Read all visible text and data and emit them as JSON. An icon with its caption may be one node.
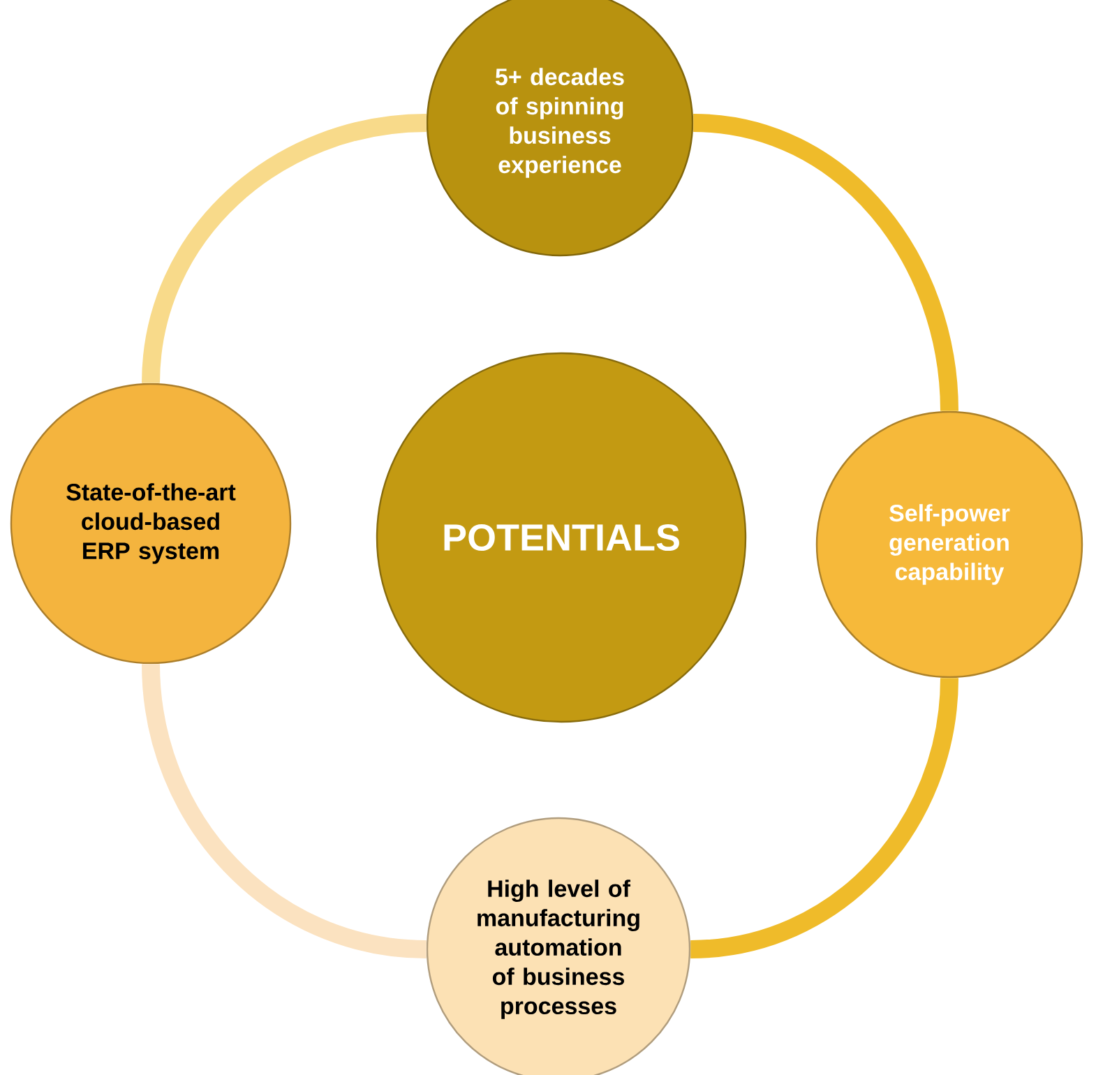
{
  "diagram": {
    "nodes": [
      {
        "text": [
          "5+ decades of spinning business experience"
        ]
      },
      {
        "text": [
          "State-of-the-art cloud-based ERP system"
        ]
      },
      {
        "text": [
          "POTENTIALS"
        ]
      },
      {
        "text": [
          "Self-power generation capability"
        ]
      },
      {
        "text": [
          "High level of manufacturing automation of business processes"
        ]
      }
    ],
    "edges": [
      {
        "from": 0,
        "to": 3,
        "arrow": "none",
        "color": "#efbb2a"
      },
      {
        "from": 3,
        "to": 4,
        "arrow": "none",
        "color": "#efbb2a"
      },
      {
        "from": 4,
        "to": 1,
        "arrow": "none",
        "color": "#fbe2c0"
      },
      {
        "from": 1,
        "to": 0,
        "arrow": "none",
        "color": "#f8da8a"
      }
    ]
  }
}
